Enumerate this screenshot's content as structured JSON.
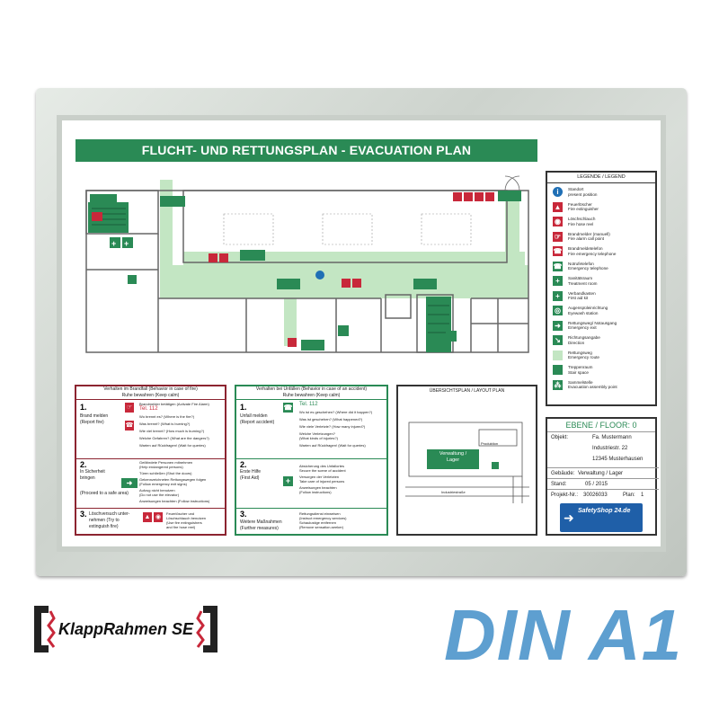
{
  "plan": {
    "title": "FLUCHT- UND RETTUNGSPLAN - EVACUATION PLAN",
    "legend_title": "LEGENDE / LEGEND",
    "legend": [
      {
        "icon": "you-are-here-icon",
        "color": "#1f6fb5",
        "line1": "Standort",
        "line2": "present position"
      },
      {
        "icon": "fire-extinguisher-icon",
        "color": "#c8283a",
        "line1": "Feuerlöscher",
        "line2": "Fire extinguisher"
      },
      {
        "icon": "fire-hose-icon",
        "color": "#c8283a",
        "line1": "Löschschlauch",
        "line2": "Fire hose reel"
      },
      {
        "icon": "fire-alarm-icon",
        "color": "#c8283a",
        "line1": "Brandmelder (manuell)",
        "line2": "Fire alarm call point"
      },
      {
        "icon": "fire-phone-icon",
        "color": "#c8283a",
        "line1": "Brandmeldetelefon",
        "line2": "Fire emergency telephone"
      },
      {
        "icon": "emergency-phone-icon",
        "color": "#2a8a55",
        "line1": "Notrufetelefon",
        "line2": "Emergency telephone"
      },
      {
        "icon": "treatment-room-icon",
        "color": "#2a8a55",
        "line1": "Sanitätsraum",
        "line2": "Treatment room"
      },
      {
        "icon": "first-aid-icon",
        "color": "#2a8a55",
        "line1": "Verbandkasten",
        "line2": "First aid kit"
      },
      {
        "icon": "eyewash-icon",
        "color": "#2a8a55",
        "line1": "Augenspüleinrichtung",
        "line2": "Eyewash station"
      },
      {
        "icon": "emergency-exit-icon",
        "color": "#2a8a55",
        "line1": "Rettungsweg/ Notausgang",
        "line2": "Emergency exit"
      },
      {
        "icon": "direction-arrow-icon",
        "color": "#2a8a55",
        "line1": "Richtungsangabe",
        "line2": "Direction"
      },
      {
        "icon": "route-swatch-icon",
        "color": "#c3e6c3",
        "line1": "Rettungsweg",
        "line2": "Emergency route"
      },
      {
        "icon": "stair-swatch-icon",
        "color": "#2a8a55",
        "line1": "Treppenraum",
        "line2": "Stair space"
      },
      {
        "icon": "assembly-point-icon",
        "color": "#2a8a55",
        "line1": "Sammelstelle",
        "line2": "Evacuation assembly point"
      }
    ],
    "fire_box": {
      "header1": "Verhalten im Brandfall (Behavior in case of fire)",
      "header2": "Ruhe bewahren (Keep calm)",
      "s1_num": "1.",
      "s1_a": "Brand melden",
      "s1_b": "(Report fire)",
      "s1_lines": [
        "Brandmelder betätigen (Activate Fire Alarm)",
        "Tel. 112",
        "Wo brennt es? (Where is the fire?)",
        "Was brennt? (What is burning?)",
        "Wie viel brennt? (How much is burning?)",
        "Welche Gefahren? (What are the dangers?)",
        "Warten auf Rückfragen! (Wait for queries)"
      ],
      "s2_num": "2.",
      "s2_a": "In Sicherheit",
      "s2_b": "bringen",
      "s2_c": "(Proceed to a safe area)",
      "s2_lines": [
        "Gefährdete Personen mitnehmen",
        "(Help endangered persons)",
        "Türen schließen (Shut the doors)",
        "Gekennzeichneten Rettungswegen folgen",
        "(Follow emergency exit signs)",
        "Aufzug nicht benutzen",
        "(Do not use the elevator)",
        "Anweisungen beachten (Follow instructions)"
      ],
      "s3_num": "3.",
      "s3_a": "Löschversuch unter-",
      "s3_b": "nehmen (Try to",
      "s3_c": "extinguish fire)",
      "s3_lines": [
        "Feuerlöscher und",
        "Löschschlauch benutzen",
        "(Use fire extinguishers",
        "and fire hose reel)"
      ]
    },
    "accident_box": {
      "header1": "Verhalten bei Unfällen (Behavior in case of an accident)",
      "header2": "Ruhe bewahren (Keep calm)",
      "s1_num": "1.",
      "s1_a": "Unfall melden",
      "s1_b": "(Report accident)",
      "s1_lines": [
        "Tel. 112",
        "Wo ist es geschehen? (Where did it happen?)",
        "Was ist geschehen? (What happened?)",
        "Wie viele Verletzte? (How many injured?)",
        "Welche Verletzungen?",
        "(What kinds of injuries?)",
        "Warten auf Rückfragen! (Wait for queries)"
      ],
      "s2_num": "2.",
      "s2_a": "Erste Hilfe",
      "s2_b": "(First Aid)",
      "s2_lines": [
        "Absicherung des Unfallortes",
        "Secure the scene of accident",
        "Versorgen der Verletzten",
        "Take care of injured persons",
        "Anweisungen beachten",
        "(Follow instructions)"
      ],
      "s3_num": "3.",
      "s3_a": "Weitere Maßnahmen",
      "s3_b": "(Further measures)",
      "s3_lines": [
        "Rettungsdienst einweisen",
        "(Instruct emergency services)",
        "Schaulustige entfernen",
        "(Remove sensation-seeker)"
      ]
    },
    "overview": {
      "title": "ÜBERSICHTSPLAN / LAYOUT PLAN",
      "building1": "Verwaltung /",
      "building2": "Lager",
      "production": "Produktion",
      "street": "Industriestraße"
    },
    "info": {
      "floor": "EBENE / FLOOR: 0",
      "objekt_label": "Objekt:",
      "objekt_1": "Fa. Mustermann",
      "objekt_2": "Industriestr. 22",
      "objekt_3": "12345 Musterhausen",
      "gebaeude_label": "Gebäude:",
      "gebaeude": "Verwaltung / Lager",
      "stand_label": "Stand:",
      "stand": "05 / 2015",
      "projekt_label": "Projekt-Nr.:",
      "projekt": "30026033",
      "plan_label": "Plan:",
      "plan": "1",
      "shop_logo": "SafetyShop 24.de"
    }
  },
  "brand": {
    "logo_text": "KlappRahmen SE",
    "size_label": "DIN A1"
  },
  "colors": {
    "safety_green": "#2a8a55",
    "fire_red": "#c8283a",
    "route_green": "#c3e6c3",
    "din_blue": "#5e9fd0",
    "box_dark_red": "#8c2430"
  }
}
